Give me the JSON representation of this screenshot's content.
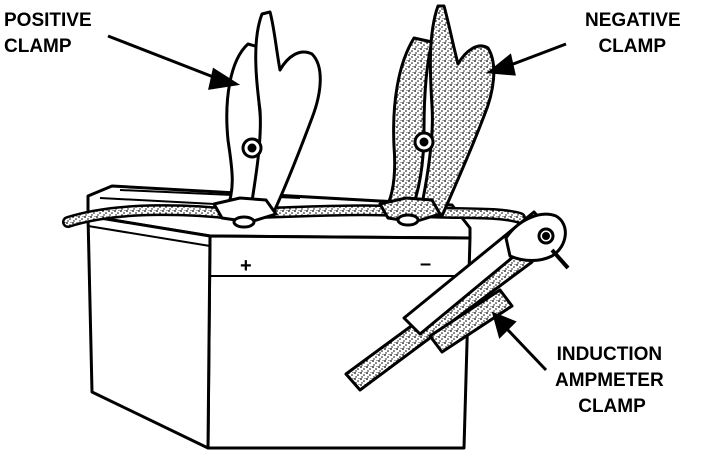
{
  "labels": {
    "positive_clamp": [
      "POSITIVE",
      "CLAMP"
    ],
    "negative_clamp": [
      "NEGATIVE",
      "CLAMP"
    ],
    "induction_clamp": [
      "INDUCTION",
      "AMPMETER",
      "CLAMP"
    ]
  },
  "terminal_marks": {
    "positive": "+",
    "negative": "–"
  }
}
